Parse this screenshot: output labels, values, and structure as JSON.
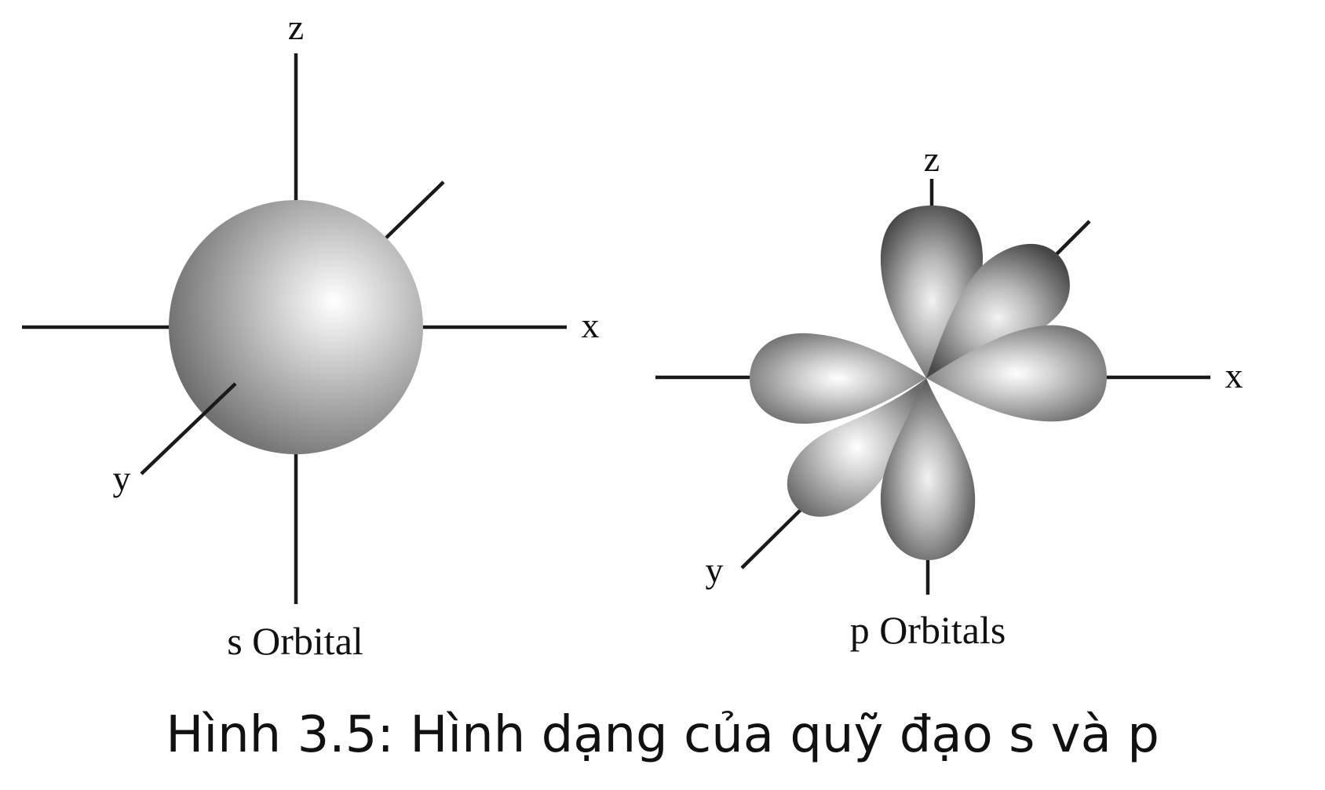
{
  "s_orbital": {
    "name": "s Orbital",
    "axes": {
      "x": "x",
      "y": "y",
      "z": "z"
    }
  },
  "p_orbitals": {
    "name": "p Orbitals",
    "axes": {
      "x": "x",
      "y": "y",
      "z": "z"
    }
  },
  "caption": "Hình 3.5: Hình dạng của quỹ đạo s và p",
  "colors": {
    "axis": "#1a1a1a",
    "shade_dark": "#5a5a5a",
    "shade_light": "#ffffff"
  }
}
